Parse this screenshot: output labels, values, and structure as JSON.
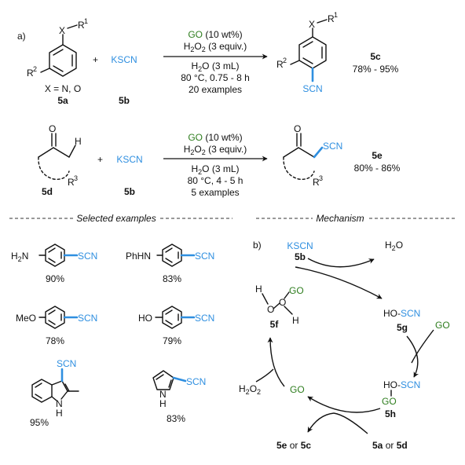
{
  "colors": {
    "go_green": "#2e7d1e",
    "scn_blue": "#2f8fe0",
    "text": "#111111",
    "bond_blue": "#2f8fe0"
  },
  "panel_a": {
    "label": "a)",
    "reaction1": {
      "x_label": "X",
      "r1_label": "R",
      "r1_sup": "1",
      "r2_label": "R",
      "r2_sup": "2",
      "x_def": "X = N, O",
      "substrate_id": "5a",
      "plus": "+",
      "reagent": "KSCN",
      "reagent_id": "5b",
      "cond_go": "GO",
      "cond_go_rest": " (10 wt%)",
      "cond_h2o2_a": "H",
      "cond_h2o2_sub1": "2",
      "cond_h2o2_b": "O",
      "cond_h2o2_sub2": "2",
      "cond_h2o2_rest": " (3 equiv.)",
      "cond_water_a": "H",
      "cond_water_sub": "2",
      "cond_water_rest": "O (3 mL)",
      "cond_temp": "80 °C, 0.75 - 8 h",
      "cond_examples": "20 examples",
      "product_scn": "SCN",
      "product_id": "5c",
      "yield": "78% - 95%"
    },
    "reaction2": {
      "o_label": "O",
      "h_label": "H",
      "r3_label": "R",
      "r3_sup": "3",
      "substrate_id": "5d",
      "plus": "+",
      "reagent": "KSCN",
      "reagent_id": "5b",
      "cond_go": "GO",
      "cond_go_rest": " (10 wt%)",
      "cond_h2o2_a": "H",
      "cond_h2o2_sub1": "2",
      "cond_h2o2_b": "O",
      "cond_h2o2_sub2": "2",
      "cond_h2o2_rest": " (3 equiv.)",
      "cond_water_a": "H",
      "cond_water_sub": "2",
      "cond_water_rest": "O (3 mL)",
      "cond_temp": "80 °C, 4 - 5 h",
      "cond_examples": "5 examples",
      "product_scn": "SCN",
      "product_id": "5e",
      "yield": "80% - 86%"
    }
  },
  "selected_examples": {
    "header": "Selected examples",
    "items": [
      {
        "prefix": "H",
        "prefix_sub": "2",
        "prefix_rest": "N",
        "scn": "SCN",
        "yield": "90%"
      },
      {
        "prefix": "PhHN",
        "scn": "SCN",
        "yield": "83%"
      },
      {
        "prefix": "MeO",
        "scn": "SCN",
        "yield": "78%"
      },
      {
        "prefix": "HO",
        "scn": "SCN",
        "yield": "79%"
      },
      {
        "nh": "N",
        "nh_h": "H",
        "scn": "SCN",
        "yield": "95%"
      },
      {
        "nh": "N",
        "nh_h": "H",
        "scn": "SCN",
        "yield": "83%"
      }
    ]
  },
  "mechanism": {
    "header": "Mechanism",
    "label": "b)",
    "kscn": "KSCN",
    "kscn_id": "5b",
    "water_a": "H",
    "water_sub": "2",
    "water_b": "O",
    "peroxide_h1": "H",
    "peroxide_o1": "O",
    "peroxide_o2": "O",
    "peroxide_go": "GO",
    "peroxide_h2": "H",
    "peroxide_id": "5f",
    "hoscn_ho": "HO-",
    "hoscn_scn": "SCN",
    "hoscn_id": "5g",
    "go_in": "GO",
    "complex_ho": "HO-",
    "complex_scn": "SCN",
    "complex_go": "GO",
    "complex_id": "5h",
    "h2o2_a": "H",
    "h2o2_sub1": "2",
    "h2o2_b": "O",
    "h2o2_sub2": "2",
    "go_bottom": "GO",
    "products_a": "5e",
    "products_or": "or",
    "products_b": "5c",
    "substrates_a": "5a",
    "substrates_or": "or",
    "substrates_b": "5d"
  }
}
